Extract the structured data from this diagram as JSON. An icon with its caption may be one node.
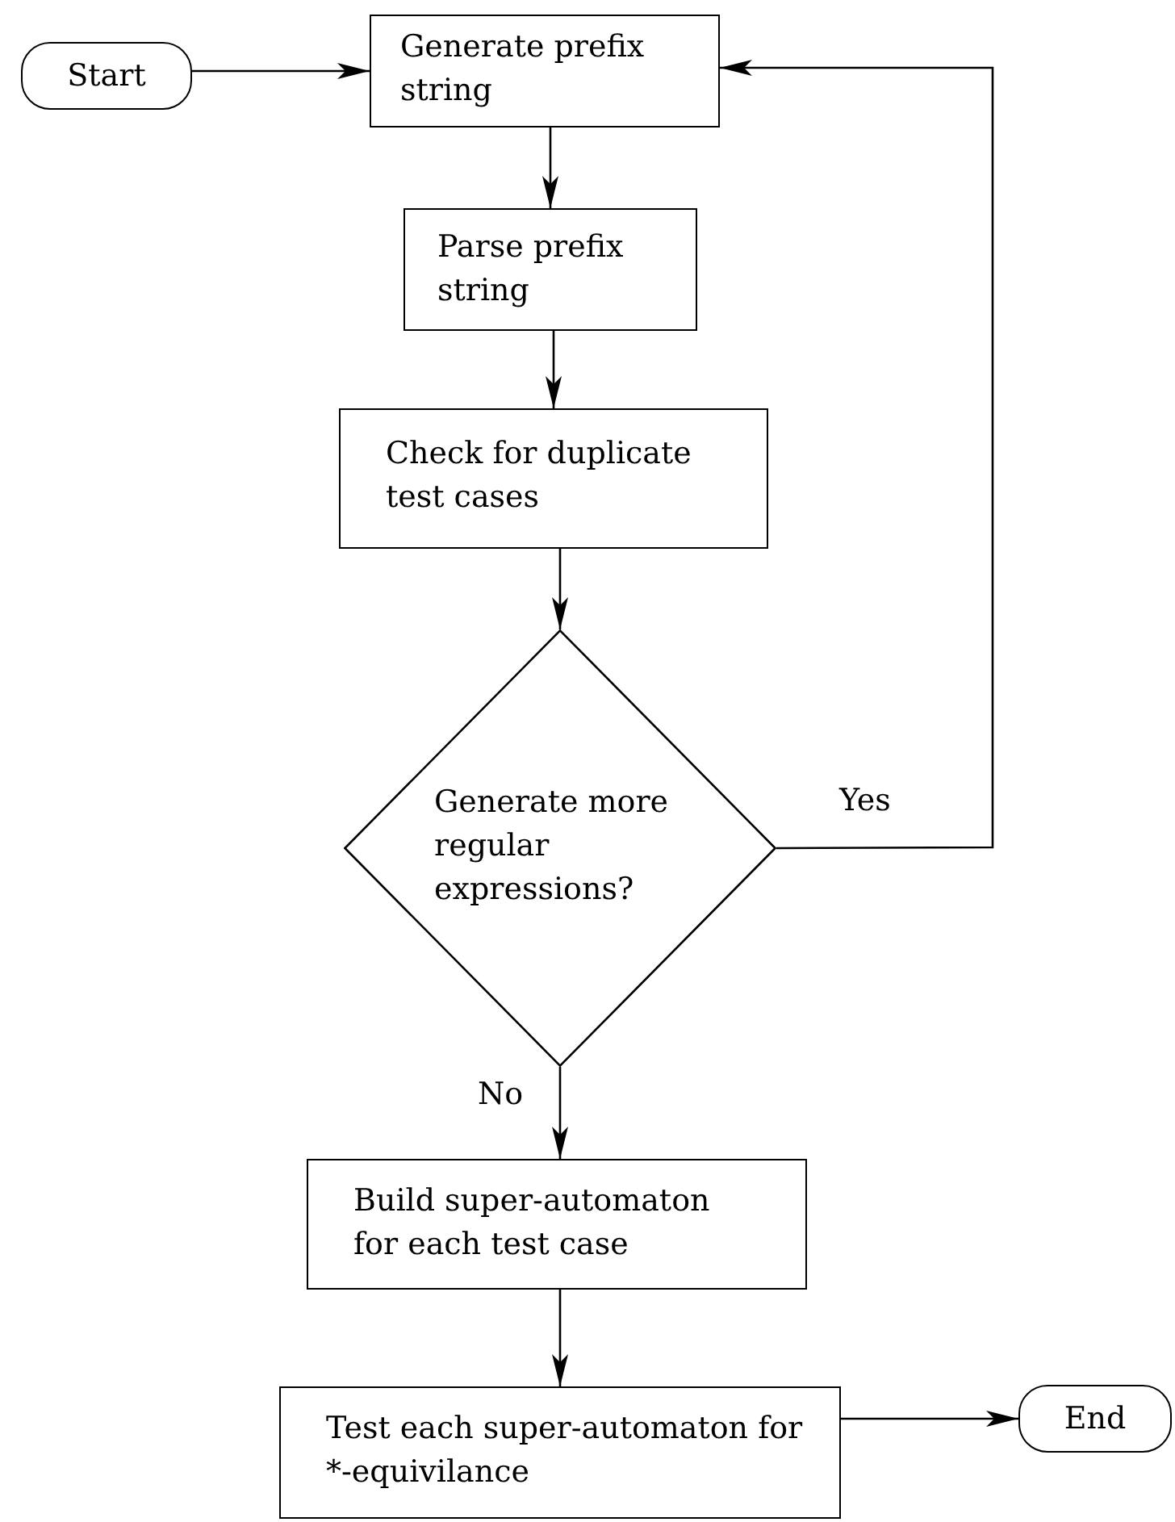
{
  "diagram": {
    "nodes": [
      {
        "text": [
          "Start"
        ]
      },
      {
        "text": [
          "Generate prefix string"
        ]
      },
      {
        "text": [
          "Parse prefix string"
        ]
      },
      {
        "text": [
          "Check for duplicate test cases"
        ]
      },
      {
        "text": [
          "Generate more regular expressions?"
        ]
      },
      {
        "text": [
          "Build super-automaton for each test case"
        ]
      },
      {
        "text": [
          "Test each super-automaton for *-equivilance"
        ]
      },
      {
        "text": [
          "End"
        ]
      }
    ],
    "edges": [
      {
        "from": 0,
        "to": 1,
        "arrow": "to"
      },
      {
        "from": 1,
        "to": 2,
        "arrow": "to"
      },
      {
        "from": 2,
        "to": 3,
        "arrow": "to"
      },
      {
        "from": 3,
        "to": 4,
        "arrow": "to"
      },
      {
        "from": 4,
        "to": 1,
        "arrow": "to",
        "label": "Yes"
      },
      {
        "from": 4,
        "to": 5,
        "arrow": "to",
        "label": "No"
      },
      {
        "from": 5,
        "to": 6,
        "arrow": "to"
      },
      {
        "from": 6,
        "to": 7,
        "arrow": "to"
      }
    ]
  }
}
